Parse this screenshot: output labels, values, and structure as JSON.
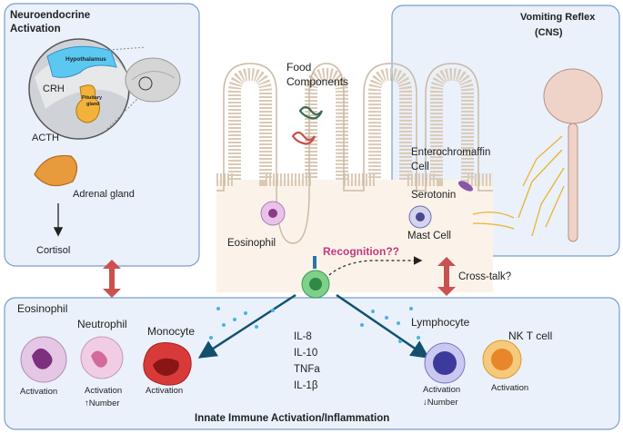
{
  "neuro": {
    "title_line1": "Neuroendocrine",
    "title_line2": "Activation",
    "hypothalamus": "Hypothalamus",
    "pituitary_line1": "Pituitary",
    "pituitary_line2": "gland",
    "crh": "CRH",
    "acth": "ACTH",
    "adrenal": "Adrenal gland",
    "cortisol": "Cortisol"
  },
  "vomit": {
    "title_line1": "Vomiting Reflex",
    "title_line2": "(CNS)"
  },
  "gut": {
    "food_line1": "Food",
    "food_line2": "Components",
    "ec_line1": "Enterochromaffin",
    "ec_line2": "Cell",
    "serotonin": "Serotonin",
    "mast": "Mast Cell",
    "eosinophil": "Eosinophil",
    "recognition": "Recognition??",
    "crosstalk": "Cross-talk?"
  },
  "immune": {
    "eosinophil": "Eosinophil",
    "eos_act": "Activation",
    "neutrophil": "Neutrophil",
    "neu_act": "Activation",
    "neu_num": "↑Number",
    "monocyte": "Monocyte",
    "mono_act": "Activation",
    "cytokines": [
      "IL-8",
      "IL-10",
      "TNFa",
      "IL-1β"
    ],
    "lymphocyte": "Lymphocyte",
    "lym_act": "Activation",
    "lym_num": "↓Number",
    "nkt": "NK T cell",
    "nkt_act": "Activation",
    "footer": "Innate Immune Activation/Inflammation"
  },
  "colors": {
    "panel_fill": "#eaf1fb",
    "panel_stroke": "#7b9cd0",
    "double_arrow": "#c9514f",
    "recognition": "#c2397d",
    "teal_arrow": "#13506e"
  }
}
